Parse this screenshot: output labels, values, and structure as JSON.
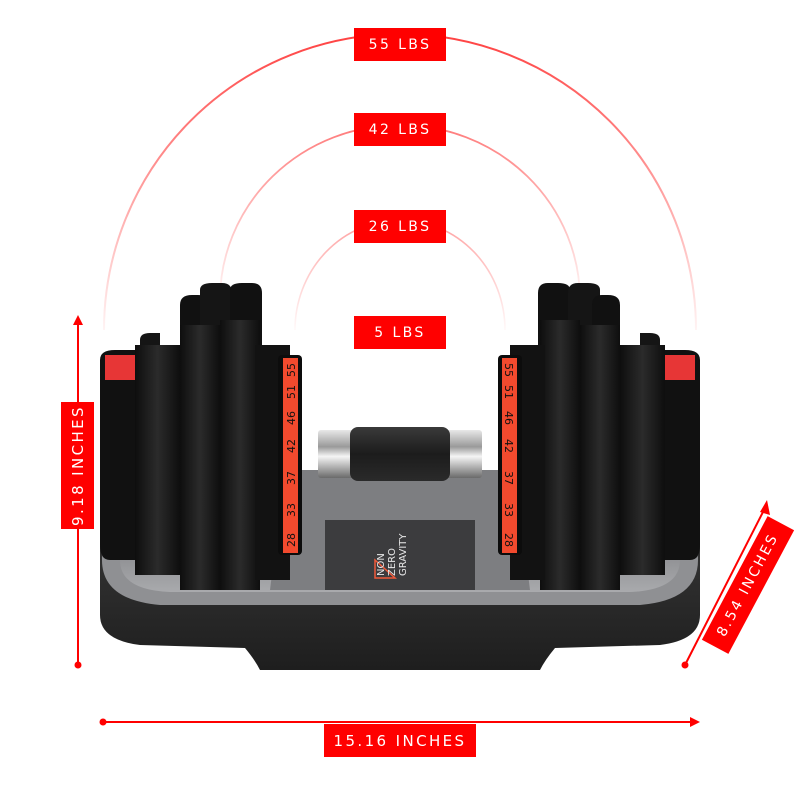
{
  "product": {
    "brand_logo_text": [
      "NON",
      "ZERO",
      "GRAVITY"
    ],
    "dial_numbers_left": [
      "55",
      "51",
      "46",
      "42",
      "37",
      "33",
      "28"
    ],
    "dial_numbers_right": [
      "55",
      "51",
      "46",
      "42",
      "37",
      "33",
      "28"
    ]
  },
  "weight_labels": [
    {
      "label": "55 LBS"
    },
    {
      "label": "42 LBS"
    },
    {
      "label": "26 LBS"
    },
    {
      "label": "5 LBS"
    }
  ],
  "dimensions": {
    "height": "9.18 INCHES",
    "width": "15.16 INCHES",
    "depth": "8.54 INCHES"
  },
  "colors": {
    "accent": "#ff0000",
    "dial": "#f24a2e",
    "body": "#1a1a1a",
    "tray_gray": "#9a9b9d",
    "tray_dark": "#2e2e2e"
  }
}
